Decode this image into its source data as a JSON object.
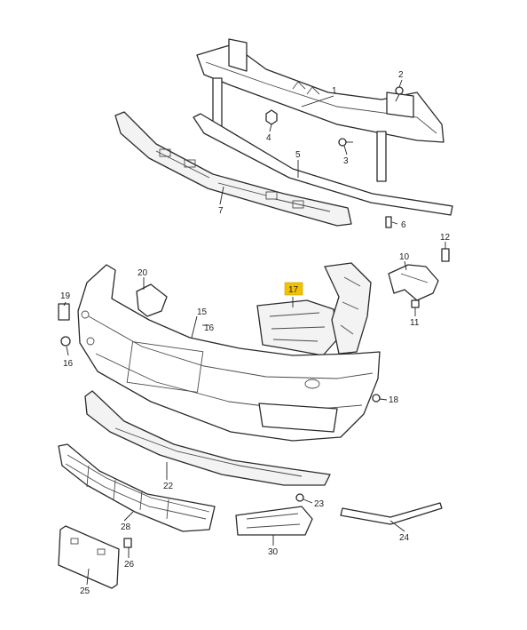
{
  "diagram": {
    "highlight_color": "#f2c200",
    "callouts": [
      {
        "id": "c1",
        "label": "1"
      },
      {
        "id": "c2",
        "label": "2"
      },
      {
        "id": "c3",
        "label": "3"
      },
      {
        "id": "c4",
        "label": "4"
      },
      {
        "id": "c5",
        "label": "5"
      },
      {
        "id": "c6",
        "label": "6"
      },
      {
        "id": "c7",
        "label": "7"
      },
      {
        "id": "c10",
        "label": "10"
      },
      {
        "id": "c11",
        "label": "11"
      },
      {
        "id": "c12",
        "label": "12"
      },
      {
        "id": "c15",
        "label": "15"
      },
      {
        "id": "c16a",
        "label": "16"
      },
      {
        "id": "c16b",
        "label": "16"
      },
      {
        "id": "c17",
        "label": "17",
        "highlighted": true
      },
      {
        "id": "c18",
        "label": "18"
      },
      {
        "id": "c19",
        "label": "19"
      },
      {
        "id": "c20",
        "label": "20"
      },
      {
        "id": "c22",
        "label": "22"
      },
      {
        "id": "c23",
        "label": "23"
      },
      {
        "id": "c24",
        "label": "24"
      },
      {
        "id": "c25",
        "label": "25"
      },
      {
        "id": "c26",
        "label": "26"
      },
      {
        "id": "c28",
        "label": "28"
      },
      {
        "id": "c30",
        "label": "30"
      }
    ]
  }
}
